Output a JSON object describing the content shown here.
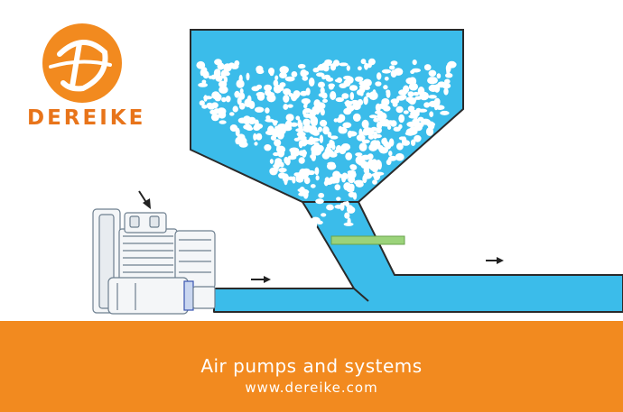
{
  "brand": {
    "name": "DEREIKE",
    "logo_color": "#f28a1f",
    "text_color": "#e8741a"
  },
  "footer": {
    "title": "Air pumps and systems",
    "url": "www.dereike.com",
    "background": "#f28a1f"
  },
  "colors": {
    "pipe": "#3bbcea",
    "outline": "#2a2a2a",
    "valve": "#9bd37a",
    "particles": "#ffffff"
  },
  "icons": [
    "logo-mark-icon",
    "flow-arrow-icon",
    "blower-icon"
  ]
}
